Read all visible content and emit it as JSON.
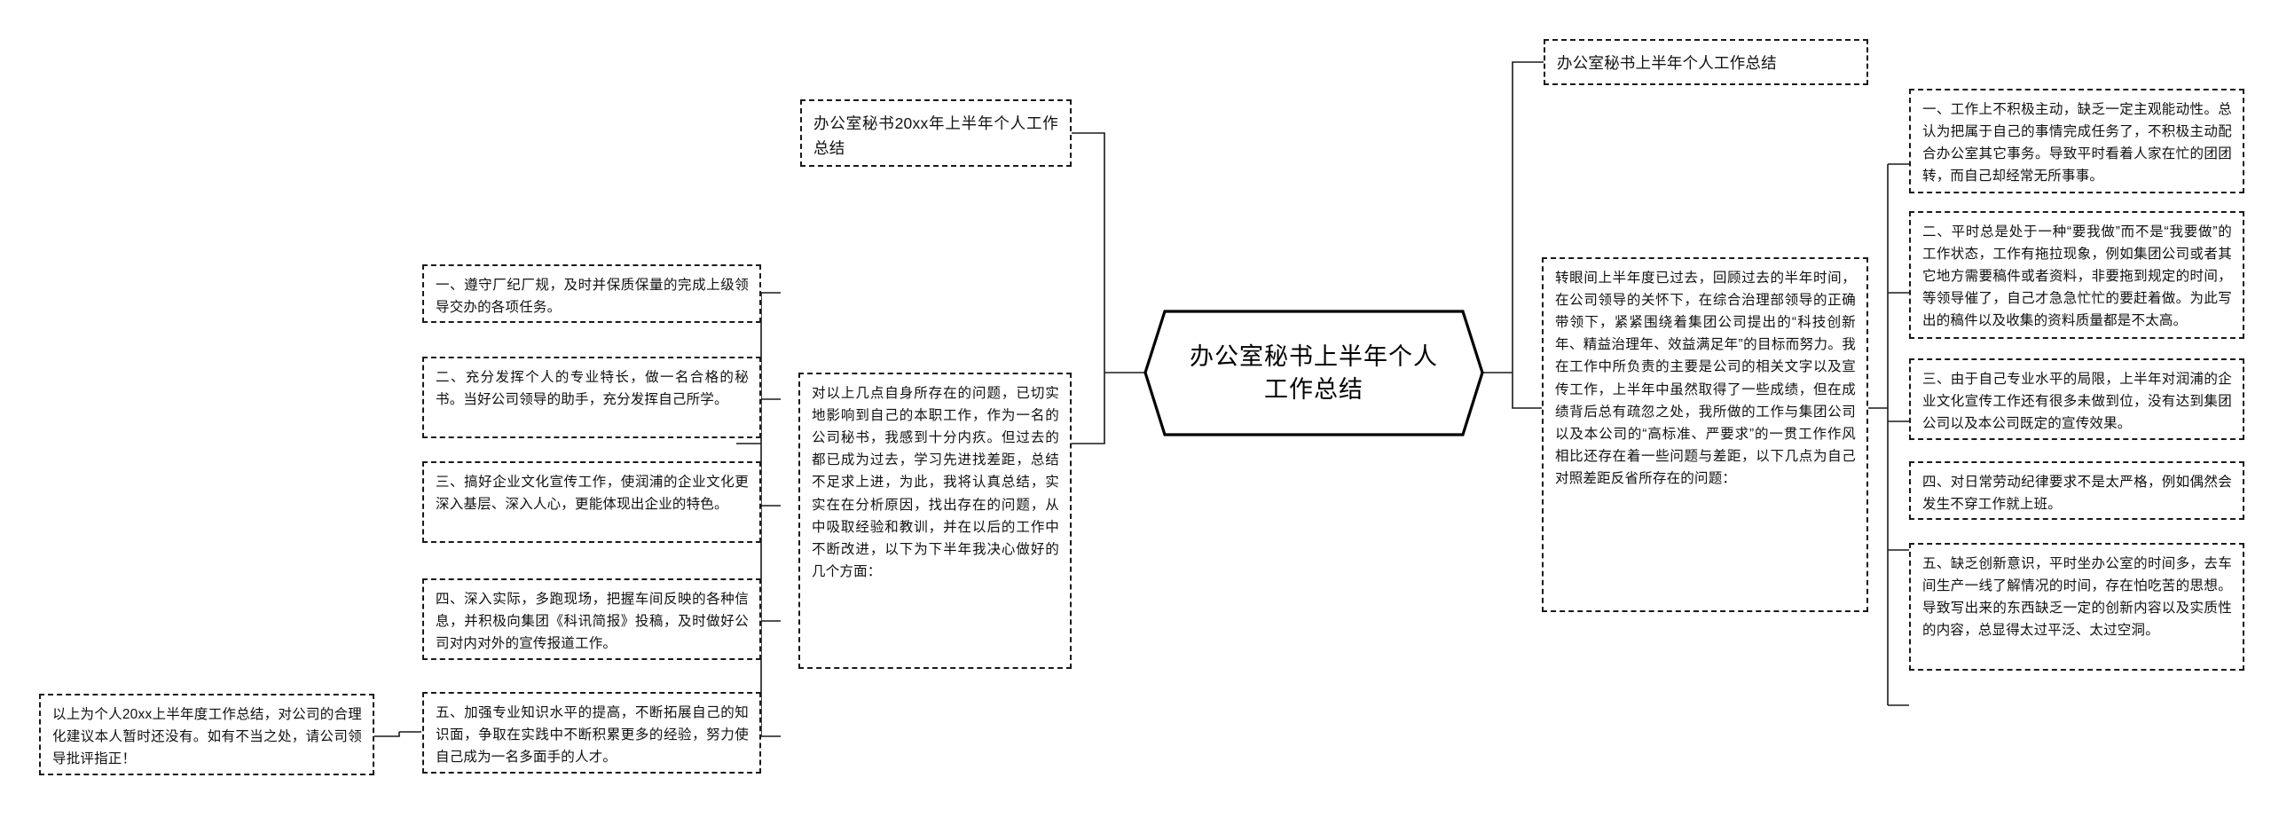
{
  "document": {
    "type": "mind-map",
    "root": {
      "label": "办公室秘书上半年个人工作总结"
    },
    "branches": {
      "left": {
        "heading": "办公室秘书20xx年上半年个人工作总结",
        "summary": "对以上几点自身所存在的问题，已切实地影响到自己的本职工作，作为一名的公司秘书，我感到十分内疚。但过去的都已成为过去，学习先进找差距，总结不足求上进，为此，我将认真总结，实实在在分析原因，找出存在的问题，从中吸取经验和教训，并在以后的工作中不断改进，以下为下半年我决心做好的几个方面：",
        "items": [
          "一、遵守厂纪厂规，及时并保质保量的完成上级领导交办的各项任务。",
          "二、充分发挥个人的专业特长，做一名合格的秘书。当好公司领导的助手，充分发挥自己所学。",
          "三、搞好企业文化宣传工作，使润浦的企业文化更深入基层、深入人心，更能体现出企业的特色。",
          "四、深入实际，多跑现场，把握车间反映的各种信息，并积极向集团《科讯简报》投稿，及时做好公司对内对外的宣传报道工作。",
          "五、加强专业知识水平的提高，不断拓展自己的知识面，争取在实践中不断积累更多的经验，努力使自己成为一名多面手的人才。"
        ],
        "closing": "以上为个人20xx上半年度工作总结，对公司的合理化建议本人暂时还没有。如有不当之处，请公司领导批评指正！"
      },
      "right": {
        "heading": "办公室秘书上半年个人工作总结",
        "summary": "转眼间上半年度已过去，回顾过去的半年时间，在公司领导的关怀下，在综合治理部领导的正确带领下，紧紧围绕着集团公司提出的“科技创新年、精益治理年、效益满足年”的目标而努力。我在工作中所负责的主要是公司的相关文字以及宣传工作，上半年中虽然取得了一些成绩，但在成绩背后总有疏忽之处，我所做的工作与集团公司以及本公司的“高标准、严要求”的一贯工作作风相比还存在着一些问题与差距，以下几点为自己对照差距反省所存在的问题：",
        "items": [
          "一、工作上不积极主动，缺乏一定主观能动性。总认为把属于自己的事情完成任务了，不积极主动配合办公室其它事务。导致平时看着人家在忙的团团转，而自己却经常无所事事。",
          "二、平时总是处于一种“要我做”而不是“我要做”的工作状态，工作有拖拉现象，例如集团公司或者其它地方需要稿件或者资料，非要拖到规定的时间，等领导催了，自己才急急忙忙的要赶着做。为此写出的稿件以及收集的资料质量都是不太高。",
          "三、由于自己专业水平的局限，上半年对润浦的企业文化宣传工作还有很多未做到位，没有达到集团公司以及本公司既定的宣传效果。",
          "四、对日常劳动纪律要求不是太严格，例如偶然会发生不穿工作就上班。",
          "五、缺乏创新意识，平时坐办公室的时间多，去车间生产一线了解情况的时间，存在怕吃苦的思想。导致写出来的东西缺乏一定的创新内容以及实质性的内容，总显得太过平泛、太过空洞。"
        ]
      }
    },
    "style": {
      "border_color": "#1a1a1a",
      "background": "#ffffff",
      "text_color": "#101010"
    }
  }
}
